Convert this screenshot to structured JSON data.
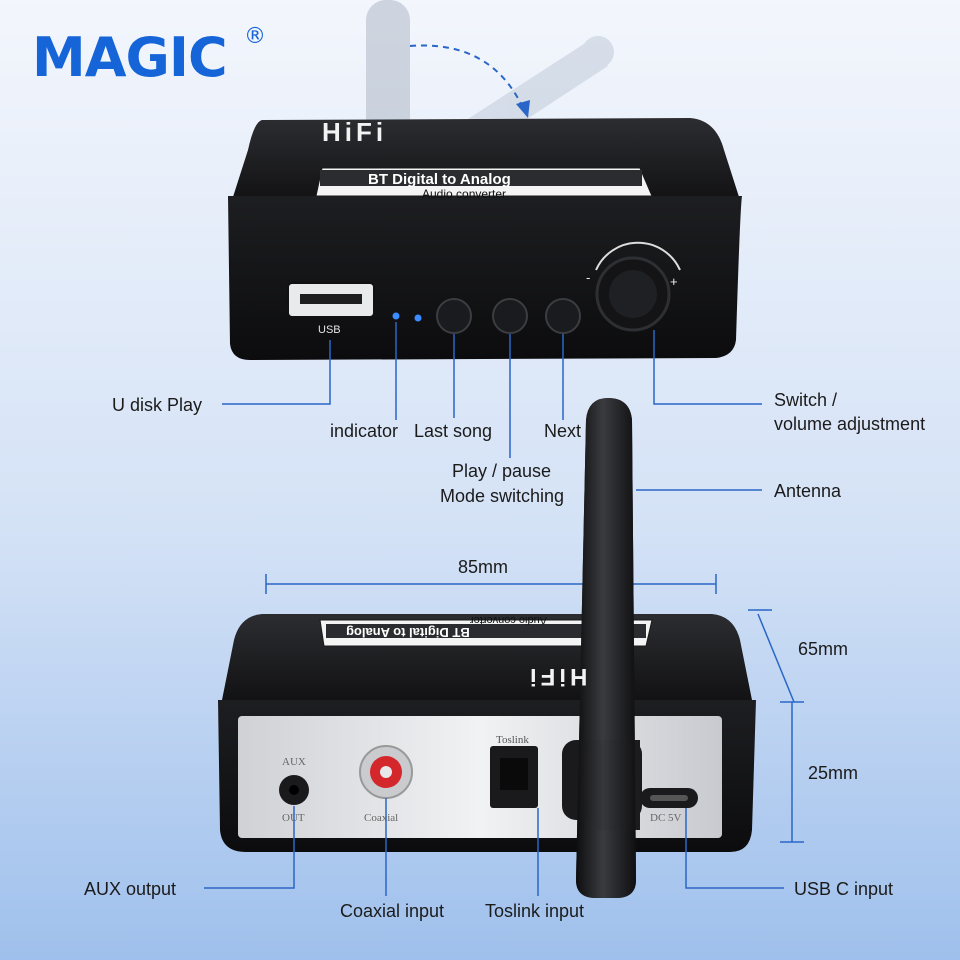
{
  "brand": {
    "logo_text": "MAGIC",
    "registered_mark": "®"
  },
  "top_device": {
    "badge": "HiFi",
    "panel_title": "BT Digital to Analog",
    "panel_subtitle": "Audio converter",
    "usb_port_label": "USB",
    "knob_minus": "-",
    "knob_plus": "+"
  },
  "callouts_top": {
    "u_disk_play": "U disk Play",
    "indicator": "indicator",
    "last_song": "Last song",
    "next": "Next",
    "play_pause": "Play / pause",
    "mode_switching": "Mode switching",
    "switch_volume": "Switch /\nvolume adjustment",
    "antenna": "Antenna"
  },
  "dimensions": {
    "width": "85mm",
    "depth": "65mm",
    "height": "25mm"
  },
  "bottom_device": {
    "badge": "HiFi",
    "panel_title": "BT Digital to Analog",
    "panel_subtitle": "Audio converter",
    "aux_top": "AUX",
    "aux_bottom": "OUT",
    "coaxial": "Coaxial",
    "toslink": "Toslink",
    "dc": "DC 5V"
  },
  "callouts_bottom": {
    "aux_output": "AUX output",
    "coaxial_input": "Coaxial input",
    "toslink_input": "Toslink input",
    "usb_c_input": "USB C input"
  },
  "colors": {
    "brand_blue": "#1565d8",
    "callout_line": "#2a66c7",
    "led_blue": "#3a8cff",
    "rca_red": "#d4272b"
  }
}
